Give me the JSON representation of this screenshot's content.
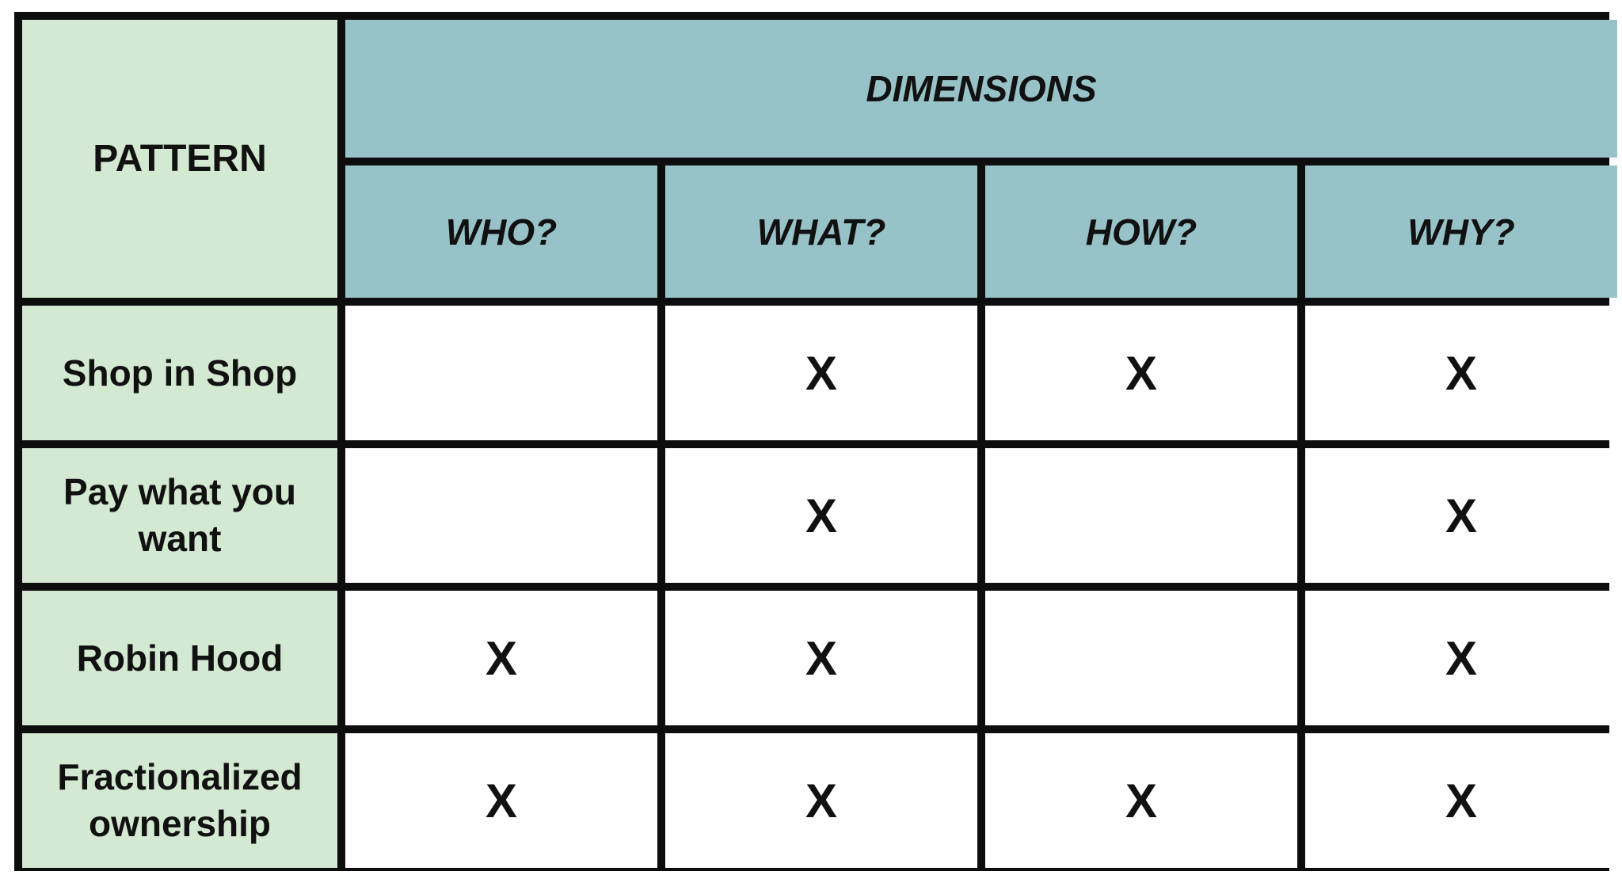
{
  "table": {
    "pattern_header": "PATTERN",
    "dimensions_header": "DIMENSIONS",
    "columns": [
      "WHO?",
      "WHAT?",
      "HOW?",
      "WHY?"
    ],
    "rows": [
      {
        "label_lines": [
          "Shop in Shop"
        ],
        "cells": [
          "",
          "X",
          "X",
          "X"
        ]
      },
      {
        "label_lines": [
          "Pay what you",
          "want"
        ],
        "cells": [
          "",
          "X",
          "",
          "X"
        ]
      },
      {
        "label_lines": [
          "Robin Hood"
        ],
        "cells": [
          "X",
          "X",
          "",
          "X"
        ]
      },
      {
        "label_lines": [
          "Fractionalized",
          "ownership"
        ],
        "cells": [
          "X",
          "X",
          "X",
          "X"
        ]
      }
    ]
  },
  "colors": {
    "pattern_fill": "#d3e9d1",
    "dimension_fill": "#97c3c8",
    "border": "#0d0d0d",
    "cell_fill": "#ffffff"
  }
}
